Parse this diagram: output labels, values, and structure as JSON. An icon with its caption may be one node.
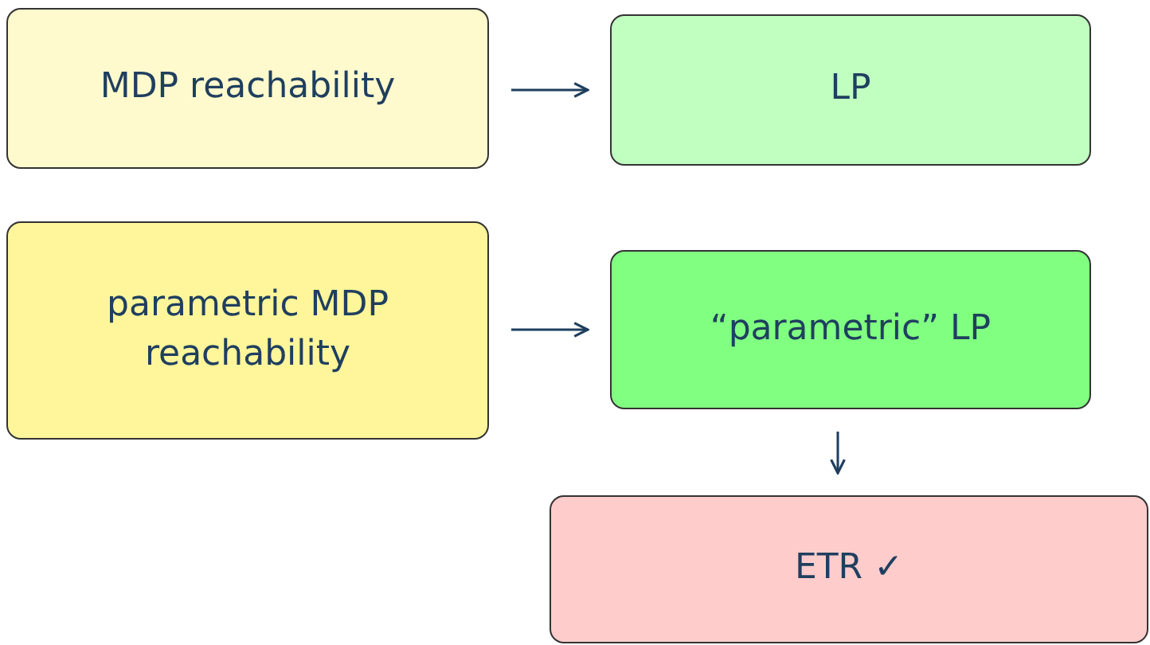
{
  "diagram": {
    "nodes": [
      {
        "text": [
          "MDP reachability"
        ]
      },
      {
        "text": [
          "LP"
        ]
      },
      {
        "text": [
          "parametric MDP reachability"
        ]
      },
      {
        "text": [
          "“parametric” LP"
        ]
      },
      {
        "text": [
          "ETR ✓"
        ]
      }
    ],
    "edges": [
      {
        "from": 0,
        "to": 1,
        "arrow": "to"
      },
      {
        "from": 2,
        "to": 3,
        "arrow": "to"
      },
      {
        "from": 3,
        "to": 4,
        "arrow": "to"
      }
    ]
  }
}
